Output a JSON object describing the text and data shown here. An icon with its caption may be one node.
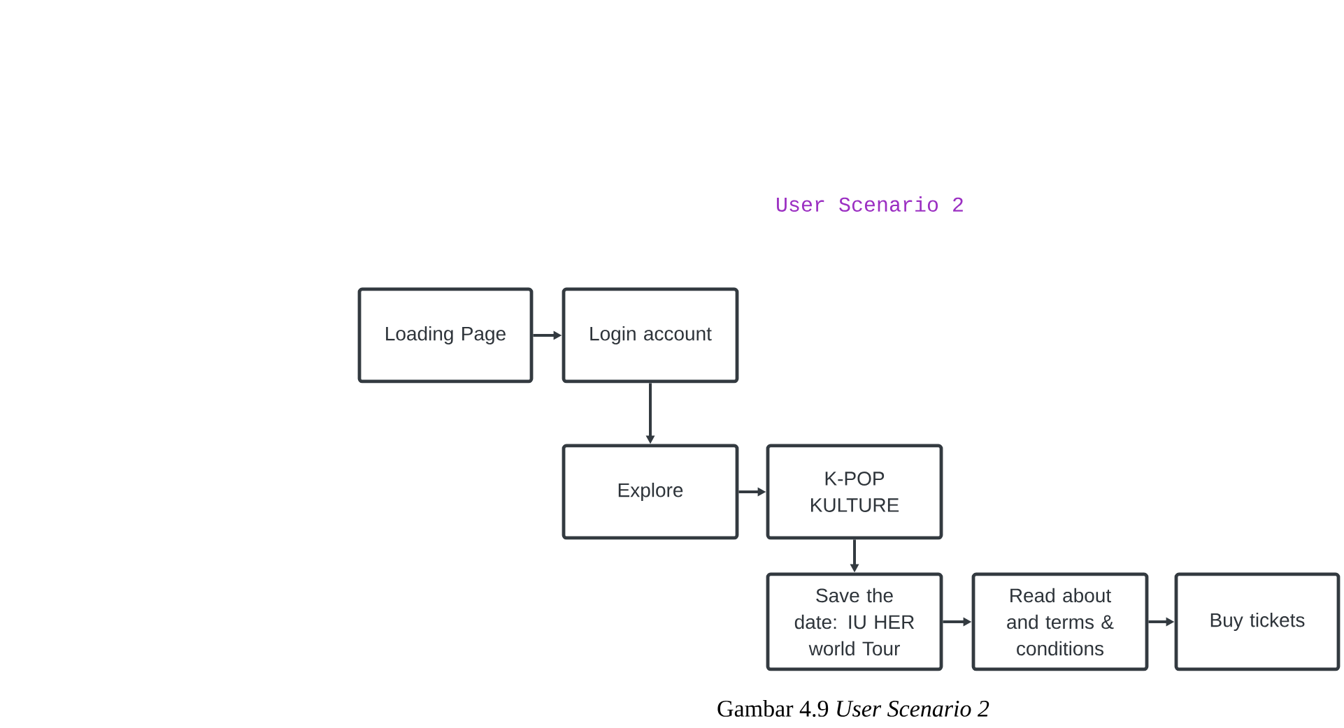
{
  "diagram": {
    "title": "User Scenario 2",
    "caption": "Gambar 4.9 *User Scenario 2*",
    "nodes": [
      {
        "text": [
          "Loading Page"
        ]
      },
      {
        "text": [
          "Login account"
        ]
      },
      {
        "text": [
          "Explore"
        ]
      },
      {
        "text": [
          "K-POP KULTURE"
        ]
      },
      {
        "text": [
          "Save the date: IU HER world Tour"
        ]
      },
      {
        "text": [
          "Read about and terms & conditions"
        ]
      },
      {
        "text": [
          "Buy tickets"
        ]
      }
    ],
    "edges": [
      {
        "from": 0,
        "to": 1,
        "arrow": "to"
      },
      {
        "from": 1,
        "to": 2,
        "arrow": "to"
      },
      {
        "from": 2,
        "to": 3,
        "arrow": "to"
      },
      {
        "from": 3,
        "to": 4,
        "arrow": "to"
      },
      {
        "from": 4,
        "to": 5,
        "arrow": "to"
      },
      {
        "from": 5,
        "to": 6,
        "arrow": "to"
      }
    ]
  }
}
